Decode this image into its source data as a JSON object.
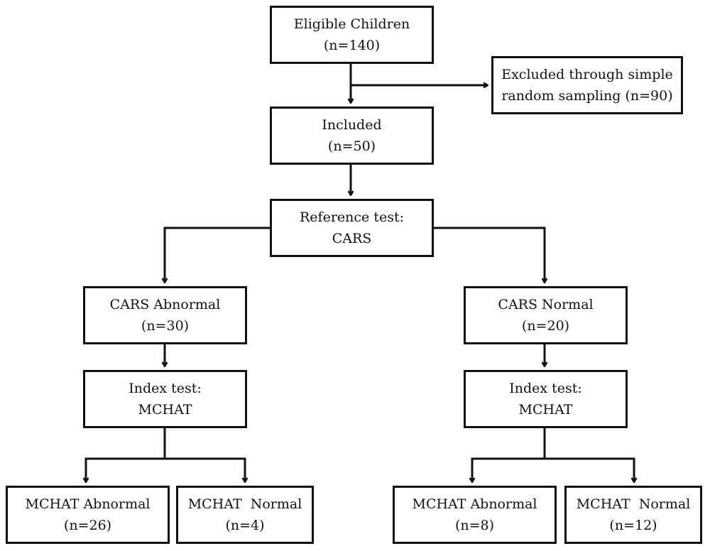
{
  "nodes": {
    "eligible": {
      "line1": "Eligible Children",
      "line2": "(n=140)"
    },
    "excluded": {
      "line1": "Excluded through simple",
      "line2": "random sampling (n=90)"
    },
    "included": {
      "line1": "Included",
      "line2": "(n=50)"
    },
    "reference": {
      "line1": "Reference test:",
      "line2": "CARS"
    },
    "cars_abnormal": {
      "line1": "CARS Abnormal",
      "line2": "(n=30)"
    },
    "cars_normal": {
      "line1": "CARS Normal",
      "line2": "(n=20)"
    },
    "index_left": {
      "line1": "Index test:",
      "line2": "MCHAT"
    },
    "index_right": {
      "line1": "Index test:",
      "line2": "MCHAT"
    },
    "mchat_left_abnormal": {
      "line1": "MCHAT Abnormal",
      "line2": "(n=26)"
    },
    "mchat_left_normal": {
      "line1": "MCHAT  Normal",
      "line2": "(n=4)"
    },
    "mchat_right_abnormal": {
      "line1": "MCHAT Abnormal",
      "line2": "(n=8)"
    },
    "mchat_right_normal": {
      "line1": "MCHAT  Normal",
      "line2": "(n=12)"
    }
  },
  "edges": [
    {
      "from": "eligible",
      "to": "included"
    },
    {
      "from": "eligible",
      "to": "excluded"
    },
    {
      "from": "included",
      "to": "reference"
    },
    {
      "from": "reference",
      "to": "cars_abnormal"
    },
    {
      "from": "reference",
      "to": "cars_normal"
    },
    {
      "from": "cars_abnormal",
      "to": "index_left"
    },
    {
      "from": "cars_normal",
      "to": "index_right"
    },
    {
      "from": "index_left",
      "to": "mchat_left_abnormal"
    },
    {
      "from": "index_left",
      "to": "mchat_left_normal"
    },
    {
      "from": "index_right",
      "to": "mchat_right_abnormal"
    },
    {
      "from": "index_right",
      "to": "mchat_right_normal"
    }
  ],
  "colors": {
    "stroke": "#111111",
    "background": "#ffffff"
  }
}
